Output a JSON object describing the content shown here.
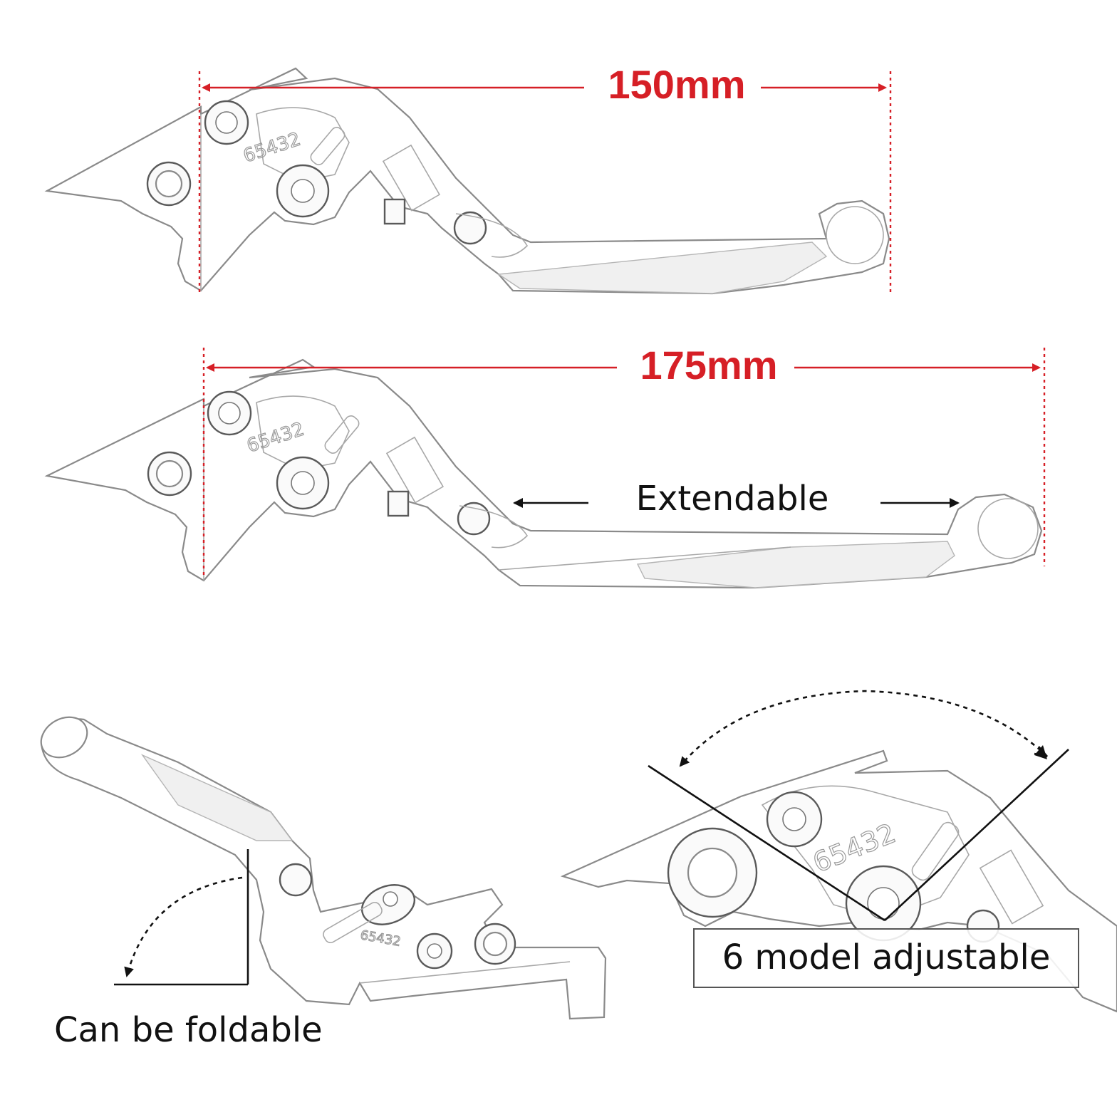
{
  "dimension_short": "150mm",
  "dimension_long": "175mm",
  "extendable_label": "Extendable",
  "foldable_label": "Can be foldable",
  "adjustable_label": "6 model adjustable",
  "adjuster_digits": "65432",
  "colors": {
    "dimension": "#d61f26",
    "text": "#111111",
    "outline": "#8a8a8a"
  }
}
